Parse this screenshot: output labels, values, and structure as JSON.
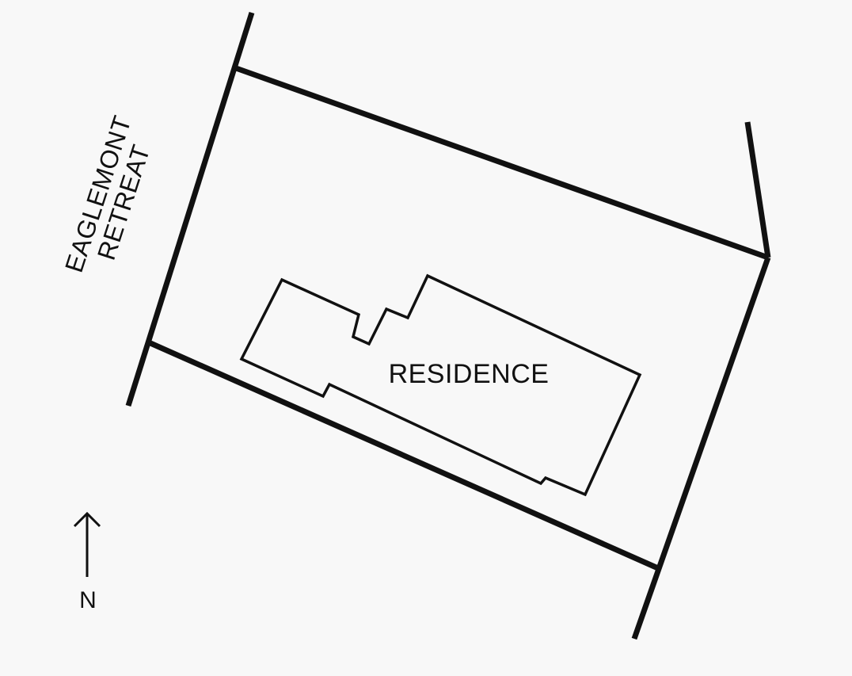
{
  "street": {
    "line1": "EAGLEMONT",
    "line2": "RETREAT"
  },
  "building": {
    "label": "RESIDENCE"
  },
  "north_arrow": {
    "label": "N",
    "icon": "north-arrow-icon"
  },
  "colors": {
    "background": "#f8f8f8",
    "ink": "#111111"
  }
}
